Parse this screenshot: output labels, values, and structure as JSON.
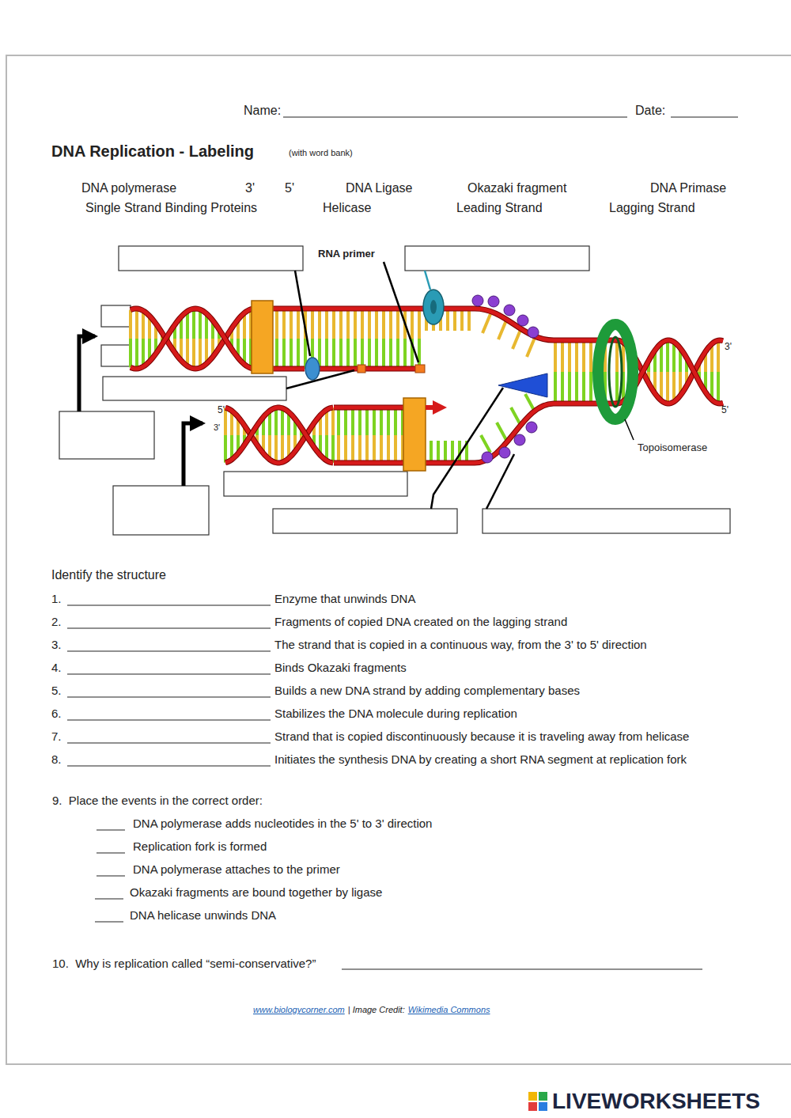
{
  "diagram": {
    "title": "DNA Replication - Labeling",
    "labels": [
      "Name:",
      "Date:",
      "(with word bank)",
      "DNA polymerase",
      "3'",
      "5'",
      "DNA Ligase",
      "Okazaki fragment",
      "DNA Primase",
      "Single Strand Binding Proteins",
      "Helicase",
      "Leading Strand",
      "Lagging Strand",
      "RNA primer",
      "3'",
      "5'",
      "5'",
      "3'",
      "Topoisomerase",
      "Identify the structure",
      "1.",
      "Enzyme that unwinds DNA",
      "2.",
      "Fragments of copied DNA created on the lagging strand",
      "3.",
      "The strand that is copied in a continuous way, from the 3' to 5' direction",
      "4.",
      "Binds Okazaki fragments",
      "5.",
      "Builds a new DNA strand by adding complementary bases",
      "6.",
      "Stabilizes the DNA molecule during replication",
      "7.",
      "Strand that is copied discontinuously because it is traveling away from helicase",
      "8.",
      "Initiates the synthesis DNA by creating a short RNA segment at replication fork",
      "9.  Place the events in the correct order:",
      "DNA polymerase adds nucleotides in the 5' to 3' direction",
      "Replication fork is formed",
      "DNA polymerase attaches to the primer",
      "Okazaki fragments are bound together by ligase",
      "DNA helicase unwinds DNA",
      "10.  Why is replication called “semi-conservative?”",
      "www.biologycorner.com",
      "| Image Credit:",
      "Wikimedia Commons",
      "LIVEWORKSHEETS"
    ]
  }
}
